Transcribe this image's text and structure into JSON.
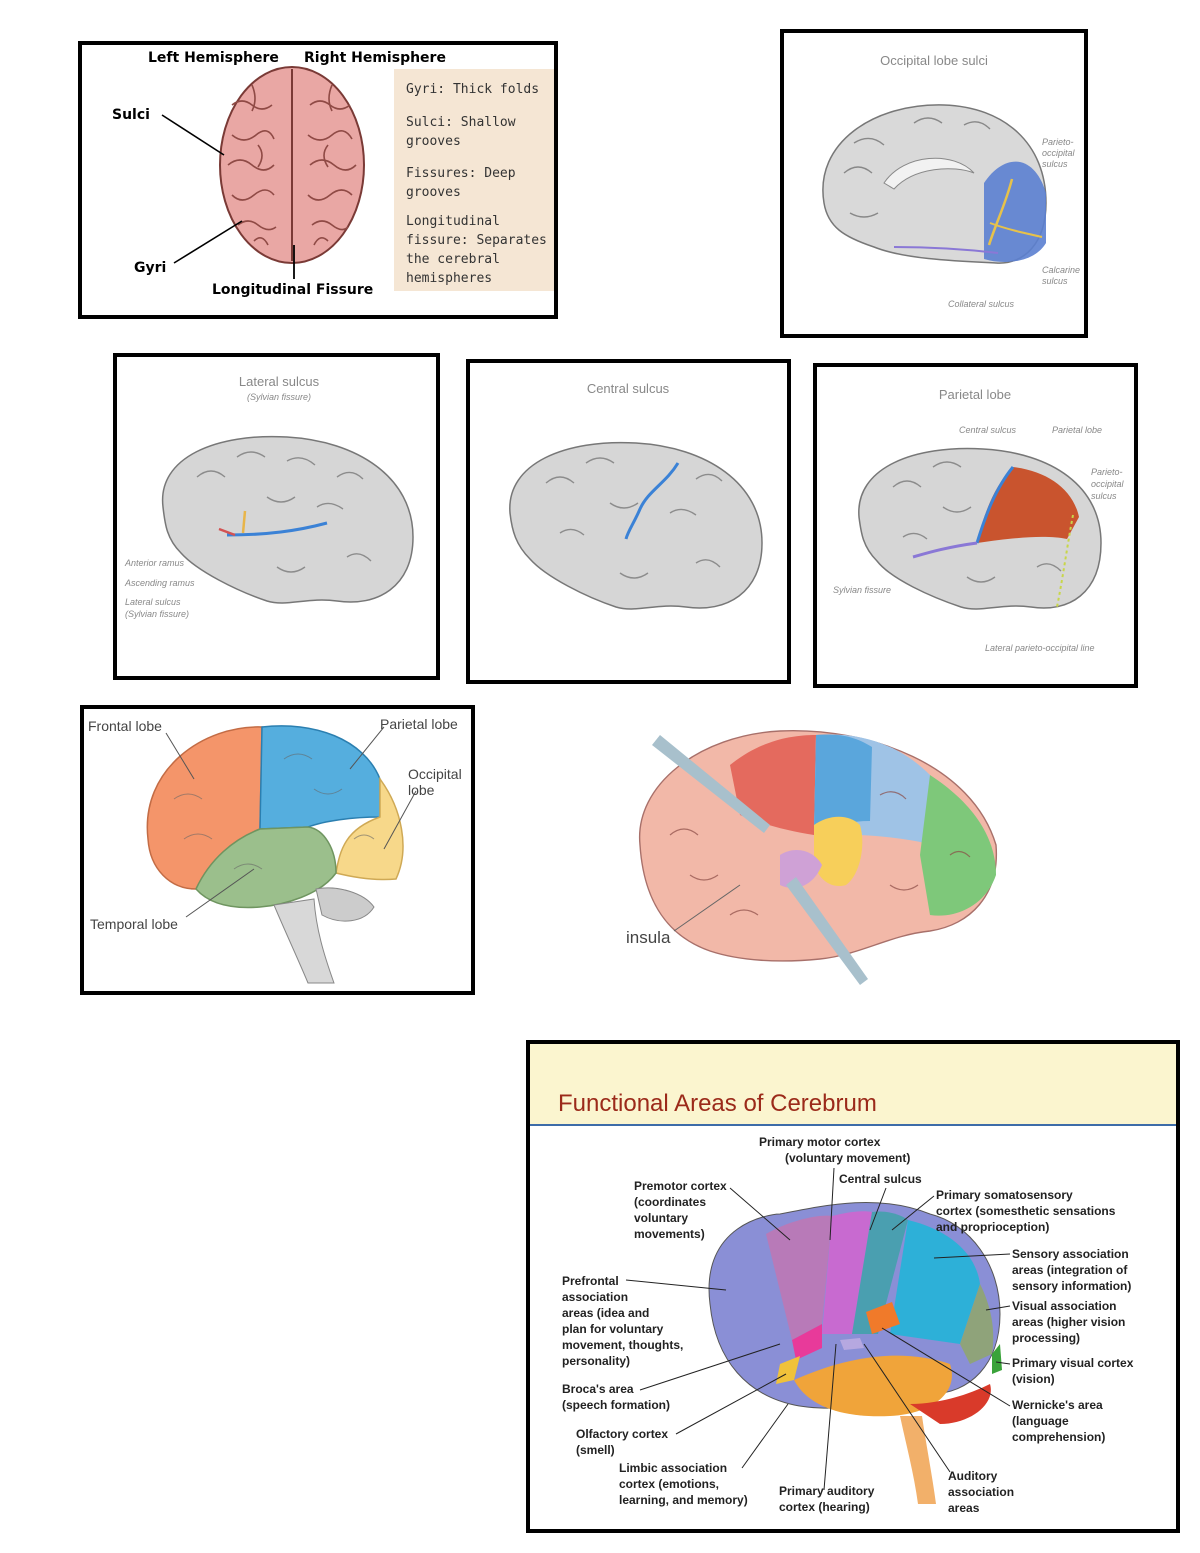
{
  "panel1": {
    "left_hemisphere": "Left Hemisphere",
    "right_hemisphere": "Right Hemisphere",
    "sulci": "Sulci",
    "gyri": "Gyri",
    "longitudinal_fissure": "Longitudinal Fissure",
    "legend": {
      "gyri": "Gyri: Thick folds",
      "sulci_1": "Sulci: Shallow",
      "sulci_2": "grooves",
      "fissures_1": "Fissures: Deep",
      "fissures_2": "grooves",
      "long_1": "Longitudinal",
      "long_2": "fissure: Separates",
      "long_3": "the cerebral",
      "long_4": "hemispheres"
    },
    "colors": {
      "brain": "#e9a7a4",
      "legend_bg": "#f5e6d4"
    }
  },
  "panel2": {
    "title": "Occipital lobe sulci",
    "parieto_1": "Parieto-",
    "parieto_2": "occipital",
    "parieto_3": "sulcus",
    "calcarine_1": "Calcarine",
    "calcarine_2": "sulcus",
    "collateral": "Collateral sulcus",
    "colors": {
      "lobe": "#5b7fd0"
    }
  },
  "panel3": {
    "title": "Lateral sulcus",
    "subtitle": "(Sylvian fissure)",
    "anterior": "Anterior ramus",
    "ascending": "Ascending ramus",
    "lateral_1": "Lateral sulcus",
    "lateral_2": "(Sylvian fissure)"
  },
  "panel4": {
    "title": "Central sulcus"
  },
  "panel5": {
    "title": "Parietal lobe",
    "central": "Central sulcus",
    "parietal": "Parietal lobe",
    "parieto_1": "Parieto-",
    "parieto_2": "occipital",
    "parieto_3": "sulcus",
    "sylvian": "Sylvian fissure",
    "lateral_line": "Lateral parieto-occipital line",
    "colors": {
      "lobe": "#c9542e"
    }
  },
  "panel6": {
    "frontal": "Frontal lobe",
    "parietal": "Parietal lobe",
    "occipital_1": "Occipital",
    "occipital_2": "lobe",
    "temporal": "Temporal lobe",
    "colors": {
      "frontal": "#f4956a",
      "parietal": "#55aede",
      "occipital": "#f7d88a",
      "temporal": "#9bbf8c"
    }
  },
  "panel7": {
    "insula": "insula"
  },
  "panel8": {
    "title": "Functional Areas of Cerebrum",
    "primary_motor_1": "Primary motor cortex",
    "primary_motor_2": "(voluntary movement)",
    "central_sulcus": "Central sulcus",
    "premotor_1": "Premotor cortex",
    "premotor_2": "(coordinates",
    "premotor_3": "voluntary",
    "premotor_4": "movements)",
    "somato_1": "Primary somatosensory",
    "somato_2": "cortex (somesthetic sensations",
    "somato_3": "and proprioception)",
    "sensory_1": "Sensory association",
    "sensory_2": "areas (integration of",
    "sensory_3": "sensory information)",
    "prefrontal_1": "Prefrontal",
    "prefrontal_2": "association",
    "prefrontal_3": "areas (idea and",
    "prefrontal_4": "plan for voluntary",
    "prefrontal_5": "movement, thoughts,",
    "prefrontal_6": "personality)",
    "visual_assoc_1": "Visual association",
    "visual_assoc_2": "areas (higher vision",
    "visual_assoc_3": "processing)",
    "primary_visual_1": "Primary visual cortex",
    "primary_visual_2": "(vision)",
    "broca_1": "Broca's area",
    "broca_2": "(speech formation)",
    "wernicke_1": "Wernicke's area",
    "wernicke_2": "(language",
    "wernicke_3": "comprehension)",
    "olfactory_1": "Olfactory cortex",
    "olfactory_2": "(smell)",
    "limbic_1": "Limbic association",
    "limbic_2": "cortex (emotions,",
    "limbic_3": "learning, and memory)",
    "auditory_1": "Primary auditory",
    "auditory_2": "cortex (hearing)",
    "aud_assoc_1": "Auditory",
    "aud_assoc_2": "association",
    "aud_assoc_3": "areas",
    "colors": {
      "header_bg": "#fbf5cf",
      "title": "#9b2a1a"
    }
  }
}
